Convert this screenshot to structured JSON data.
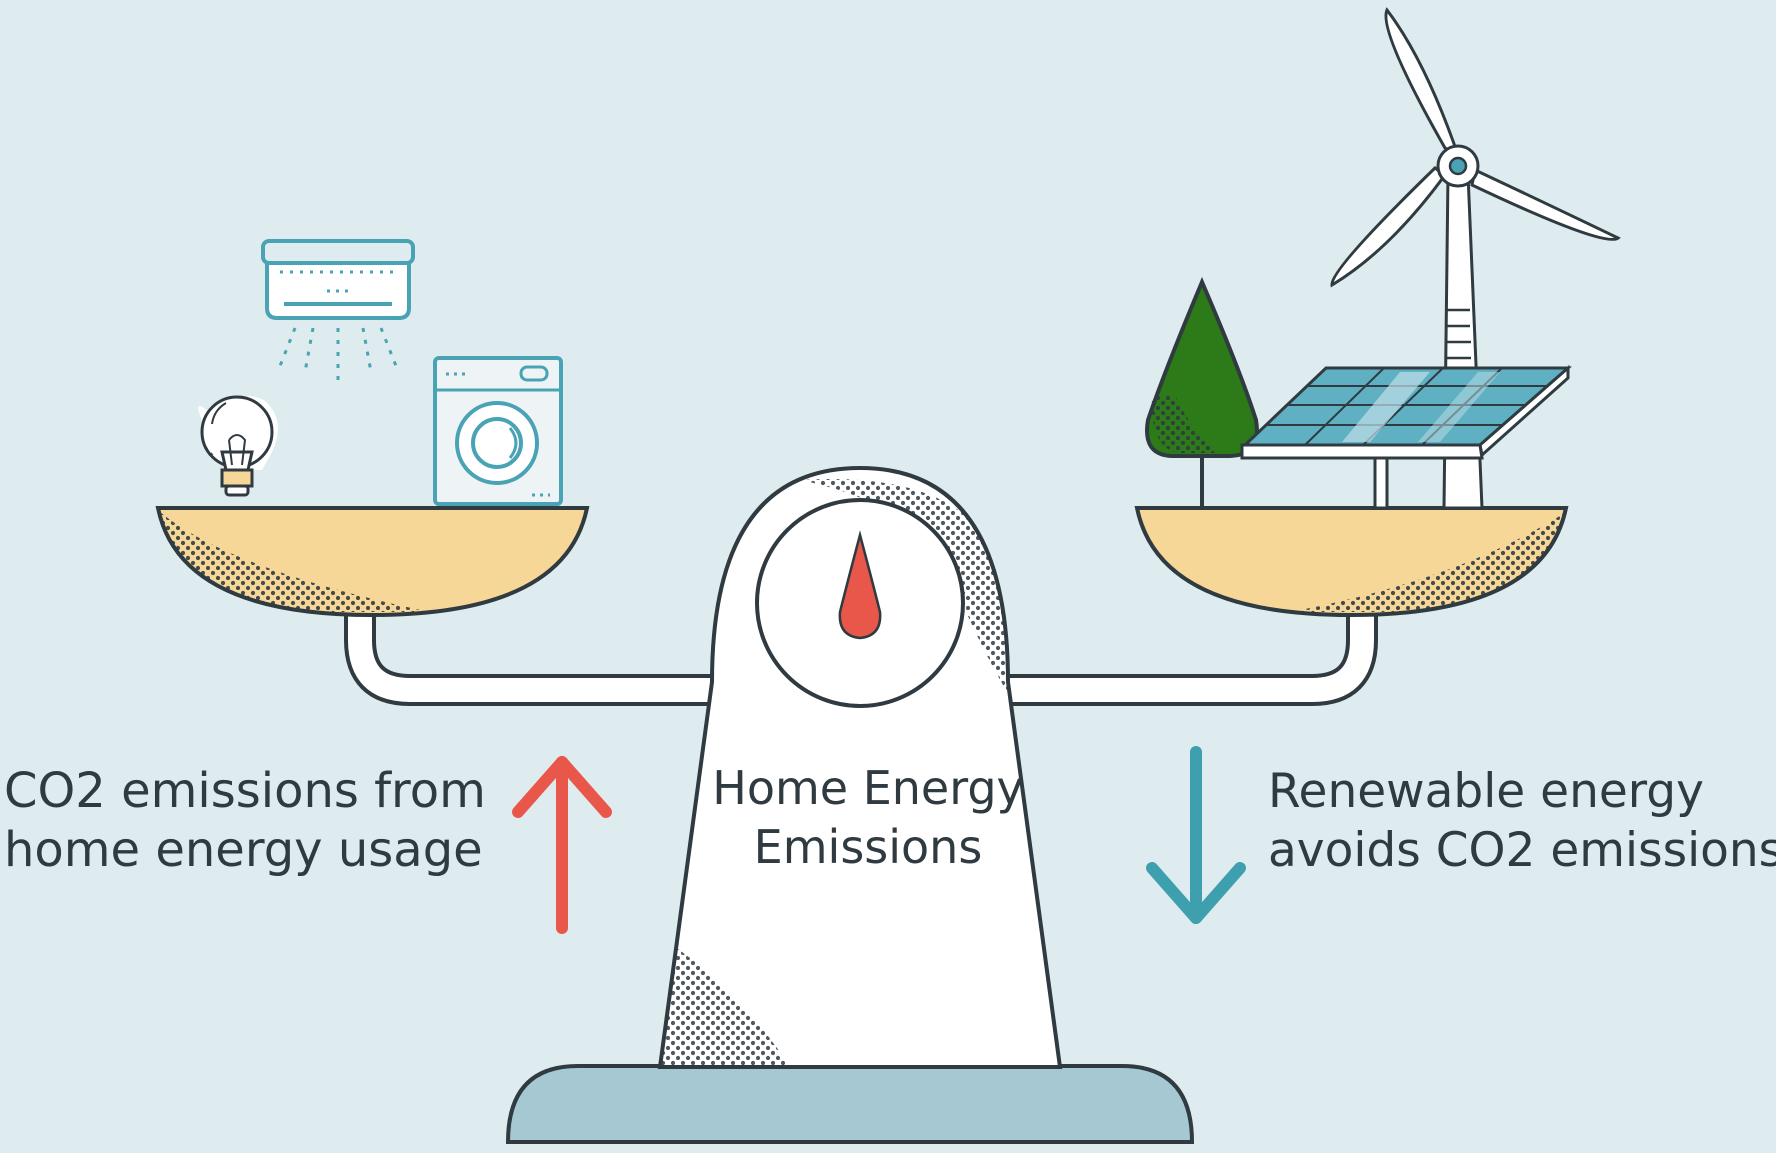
{
  "labels": {
    "left": [
      "CO2 emissions from",
      "home energy usage"
    ],
    "center": [
      "Home Energy",
      "Emissions"
    ],
    "right": [
      "Renewable energy",
      "avoids CO2 emissions"
    ]
  },
  "colors": {
    "background": "#dfecef",
    "outline": "#2f3a41",
    "pan": "#f7d798",
    "base": "#a5c8d3",
    "tree": "#2d7a18",
    "arrow_up": "#e8574a",
    "arrow_down": "#3e9fae",
    "appliance": "#4aa3b5",
    "needle": "#e8574a",
    "solar": "#5fb0c2"
  },
  "icons": {
    "left_items": [
      "lightbulb-icon",
      "air-conditioner-icon",
      "washing-machine-icon"
    ],
    "right_items": [
      "tree-icon",
      "solar-panel-icon",
      "wind-turbine-icon"
    ],
    "arrows": [
      "arrow-up-icon",
      "arrow-down-icon"
    ]
  }
}
